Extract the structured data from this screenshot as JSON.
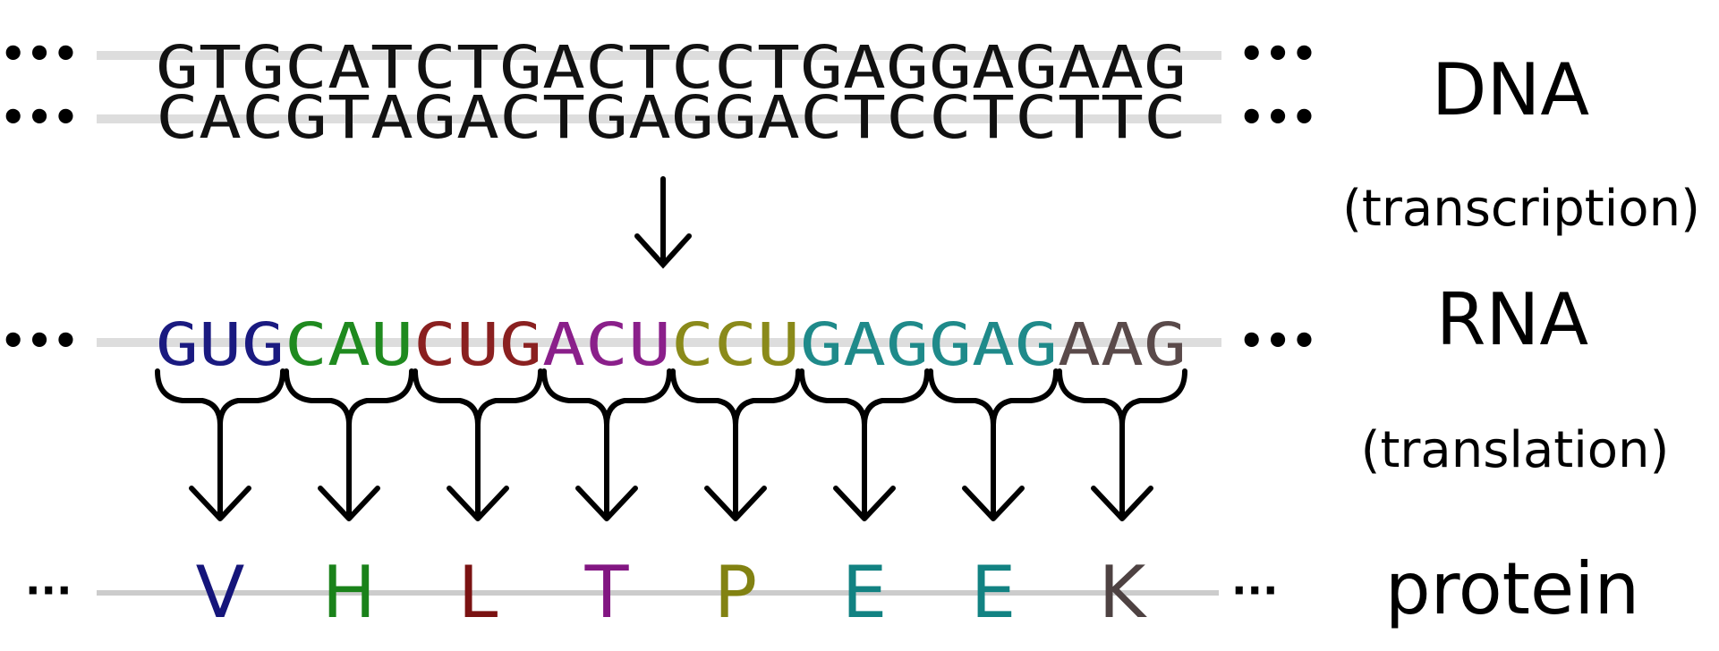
{
  "dna": {
    "top_strand": "GTGCATCTGACTCCTGAGGAGAAG",
    "bottom_strand": "CACGTAGACTGAGGACTCCTCTTC",
    "label": "DNA"
  },
  "transcription": {
    "label": "(transcription)"
  },
  "rna": {
    "label": "RNA",
    "codons": [
      {
        "text": "GUG",
        "color": "#1a1a80"
      },
      {
        "text": "CAU",
        "color": "#1f8a1f"
      },
      {
        "text": "CUG",
        "color": "#8a2020"
      },
      {
        "text": "ACU",
        "color": "#8a1f8a"
      },
      {
        "text": "CCU",
        "color": "#8a8a1a"
      },
      {
        "text": "GAG",
        "color": "#1f8a8a"
      },
      {
        "text": "GAG",
        "color": "#1f8a8a"
      },
      {
        "text": "AAG",
        "color": "#5a4a4a"
      }
    ]
  },
  "translation": {
    "label": "(translation)"
  },
  "protein": {
    "label": "protein",
    "residues": [
      {
        "text": "V",
        "color": "#15157a"
      },
      {
        "text": "H",
        "color": "#1a821a"
      },
      {
        "text": "L",
        "color": "#7a1212"
      },
      {
        "text": "T",
        "color": "#821682"
      },
      {
        "text": "P",
        "color": "#828212"
      },
      {
        "text": "E",
        "color": "#128282"
      },
      {
        "text": "E",
        "color": "#128282"
      },
      {
        "text": "K",
        "color": "#4e4242"
      }
    ]
  },
  "continuation": {
    "dots": "•••",
    "small_dots": "···"
  }
}
